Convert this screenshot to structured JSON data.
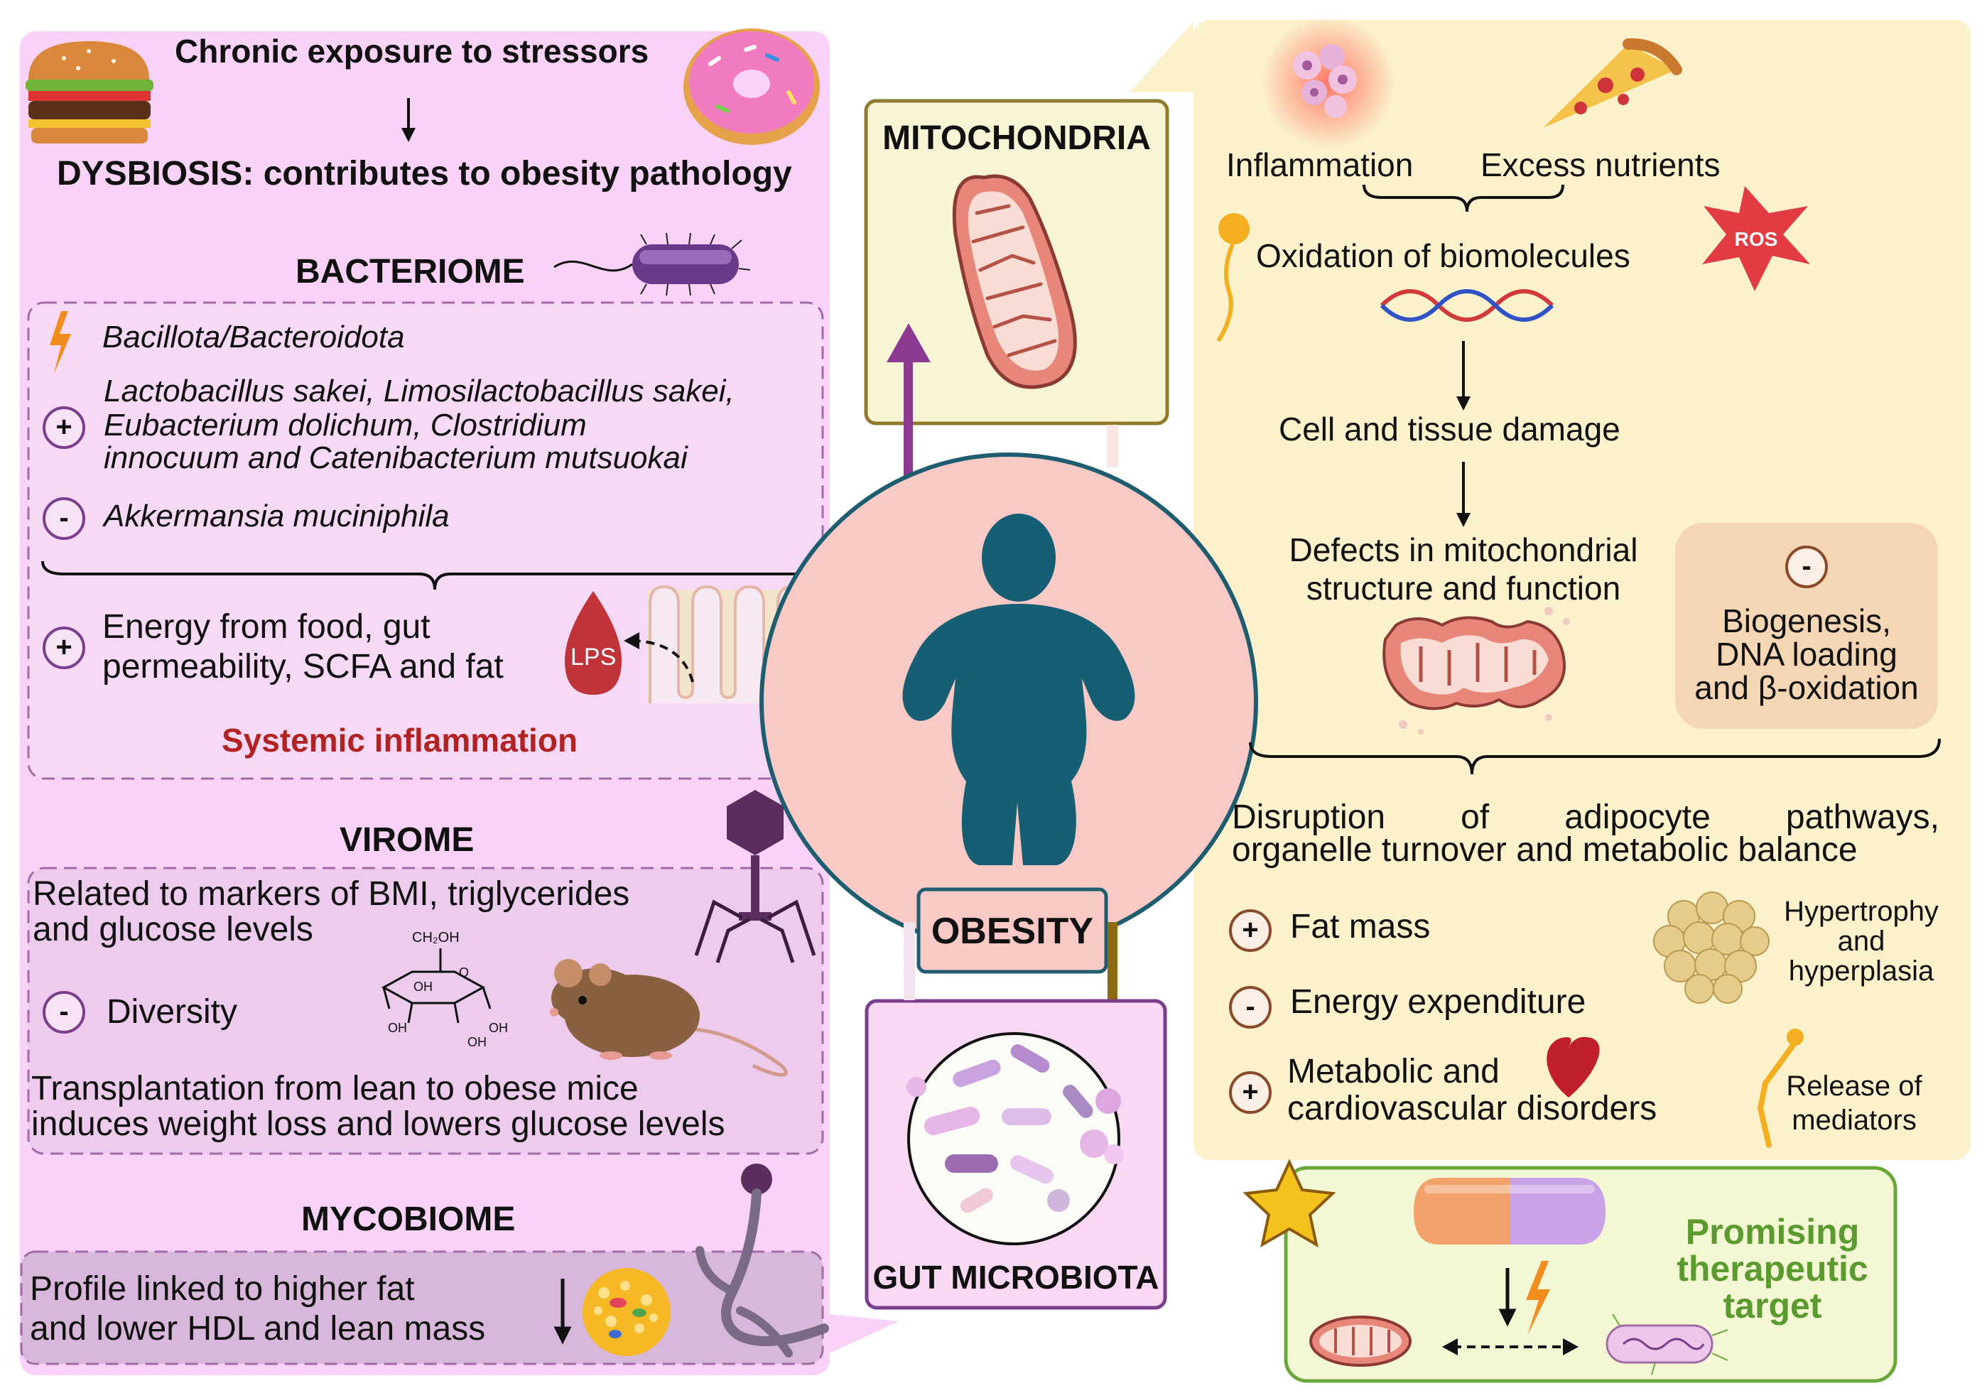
{
  "left": {
    "chronic": "Chronic exposure to stressors",
    "dysbiosis": "DYSBIOSIS: contributes to obesity pathology",
    "bacteriome": {
      "title": "BACTERIOME",
      "phyla": "Bacillota/Bacteroidota",
      "plus_sign": "+",
      "minus_sign": "-",
      "increased": [
        "Lactobacillus sakei, Limosilactobacillus sakei,",
        "Eubacterium dolichum, Clostridium",
        "innocuum and Catenibacterium mutsuokai"
      ],
      "decreased": "Akkermansia muciniphila",
      "energy_sign": "+",
      "energy": [
        "Energy from food, gut",
        "permeability, SCFA and fat"
      ],
      "lps": "LPS",
      "systemic": "Systemic inflammation"
    },
    "virome": {
      "title": "VIROME",
      "related": [
        "Related to markers of BMI, triglycerides",
        "and glucose levels"
      ],
      "diversity_sign": "-",
      "diversity": "Diversity",
      "transplant": [
        "Transplantation from lean to obese mice",
        "induces weight loss and lowers glucose levels"
      ],
      "glucose_labels": [
        "CH₂OH",
        "OH",
        "O",
        "OH",
        "OH",
        "OH"
      ]
    },
    "mycobiome": {
      "title": "MYCOBIOME",
      "profile": [
        "Profile linked to higher fat",
        "and lower HDL and lean mass"
      ]
    }
  },
  "center": {
    "mitochondria": "MITOCHONDRIA",
    "obesity": "OBESITY",
    "gut": "GUT MICROBIOTA"
  },
  "right": {
    "inflammation": "Inflammation",
    "nutrients": "Excess nutrients",
    "oxidation": "Oxidation of biomolecules",
    "ros": "ROS",
    "damage": "Cell and tissue damage",
    "defects": [
      "Defects in mitochondrial",
      "structure and function"
    ],
    "bio_sign": "-",
    "biogenesis": [
      "Biogenesis,",
      "DNA loading",
      "and β-oxidation"
    ],
    "disruption": [
      "Disruption of adipocyte pathways,",
      "organelle turnover and metabolic balance"
    ],
    "fat_sign": "+",
    "fat": "Fat mass",
    "energy_sign": "-",
    "energy": "Energy expenditure",
    "metabolic_sign": "+",
    "metabolic": [
      "Metabolic and",
      "cardiovascular disorders"
    ],
    "hypertrophy": [
      "Hypertrophy",
      "and",
      "hyperplasia"
    ],
    "release": [
      "Release of",
      "mediators"
    ],
    "promising": [
      "Promising",
      "therapeutic",
      "target"
    ]
  },
  "colors": {
    "left_panel": "#f9d3f7",
    "right_panel": "#fbf2cc",
    "obesity_circle": "#f8c9c5",
    "circle_border": "#1e5d70",
    "silhouette": "#165e74",
    "mito_arrow": "#8b3a8f",
    "gut_arrow": "#8b6b14",
    "systemic": "#b22222",
    "promising": "#5b9a2e"
  }
}
